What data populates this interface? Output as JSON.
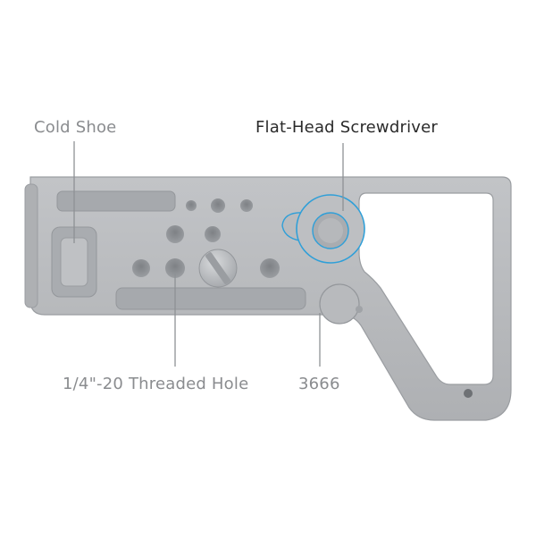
{
  "product": {
    "model_number": "3666"
  },
  "callouts": {
    "cold_shoe": "Cold Shoe",
    "screwdriver": "Flat-Head Screwdriver",
    "thread_hole": "1/4\"-20 Threaded Hole",
    "model": "3666"
  },
  "colors": {
    "background": "#ffffff",
    "plate_fill": "#b4b6b9",
    "plate_edge": "#9a9da1",
    "plate_shadow": "#8c8f93",
    "plate_highlight": "#cacccf",
    "hole_dark": "#8a8d91",
    "leader_line": "#8e9195",
    "label_muted": "#8a8c8f",
    "label_emphasis": "#2a2a2a",
    "accent_blue": "#2f9fd8"
  }
}
